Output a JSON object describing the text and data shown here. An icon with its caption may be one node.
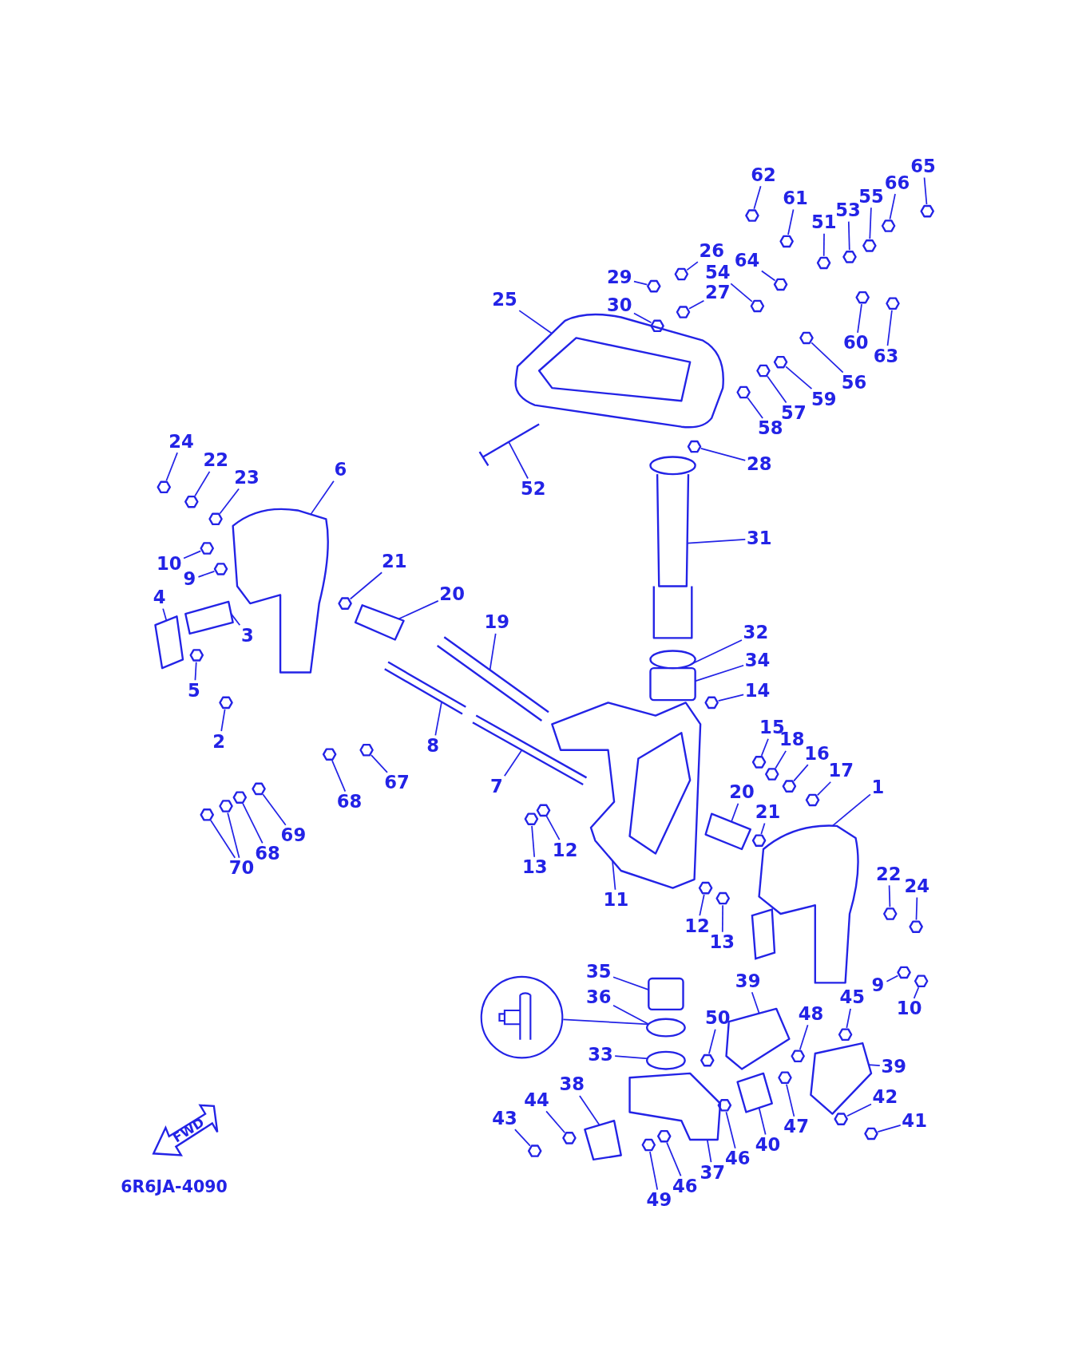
{
  "diagram": {
    "nodes": [
      {
        "text": [
          "62"
        ]
      },
      {
        "text": [
          "61"
        ]
      },
      {
        "text": [
          "65"
        ]
      },
      {
        "text": [
          "66"
        ]
      },
      {
        "text": [
          "55"
        ]
      },
      {
        "text": [
          "53"
        ]
      },
      {
        "text": [
          "51"
        ]
      },
      {
        "text": [
          "26"
        ]
      },
      {
        "text": [
          "64"
        ]
      },
      {
        "text": [
          "29"
        ]
      },
      {
        "text": [
          "54"
        ]
      },
      {
        "text": [
          "27"
        ]
      },
      {
        "text": [
          "30"
        ]
      },
      {
        "text": [
          "25"
        ]
      },
      {
        "text": [
          "60"
        ]
      },
      {
        "text": [
          "63"
        ]
      },
      {
        "text": [
          "56"
        ]
      },
      {
        "text": [
          "59"
        ]
      },
      {
        "text": [
          "57"
        ]
      },
      {
        "text": [
          "58"
        ]
      },
      {
        "text": [
          "24"
        ]
      },
      {
        "text": [
          "22"
        ]
      },
      {
        "text": [
          "28"
        ]
      },
      {
        "text": [
          "6"
        ]
      },
      {
        "text": [
          "23"
        ]
      },
      {
        "text": [
          "52"
        ]
      },
      {
        "text": [
          "31"
        ]
      },
      {
        "text": [
          "21"
        ]
      },
      {
        "text": [
          "10"
        ]
      },
      {
        "text": [
          "9"
        ]
      },
      {
        "text": [
          "20"
        ]
      },
      {
        "text": [
          "4"
        ]
      },
      {
        "text": [
          "19"
        ]
      },
      {
        "text": [
          "32"
        ]
      },
      {
        "text": [
          "3"
        ]
      },
      {
        "text": [
          "34"
        ]
      },
      {
        "text": [
          "5"
        ]
      },
      {
        "text": [
          "14"
        ]
      },
      {
        "text": [
          "15"
        ]
      },
      {
        "text": [
          "18"
        ]
      },
      {
        "text": [
          "2"
        ]
      },
      {
        "text": [
          "8"
        ]
      },
      {
        "text": [
          "16"
        ]
      },
      {
        "text": [
          "17"
        ]
      },
      {
        "text": [
          "67"
        ]
      },
      {
        "text": [
          "7"
        ]
      },
      {
        "text": [
          "1"
        ]
      },
      {
        "text": [
          "20"
        ]
      },
      {
        "text": [
          "68"
        ]
      },
      {
        "text": [
          "21"
        ]
      },
      {
        "text": [
          "69"
        ]
      },
      {
        "text": [
          "12"
        ]
      },
      {
        "text": [
          "68"
        ]
      },
      {
        "text": [
          "13"
        ]
      },
      {
        "text": [
          "70"
        ]
      },
      {
        "text": [
          "22"
        ]
      },
      {
        "text": [
          "24"
        ]
      },
      {
        "text": [
          "11"
        ]
      },
      {
        "text": [
          "12"
        ]
      },
      {
        "text": [
          "13"
        ]
      },
      {
        "text": [
          "35"
        ]
      },
      {
        "text": [
          "39"
        ]
      },
      {
        "text": [
          "9"
        ]
      },
      {
        "text": [
          "36"
        ]
      },
      {
        "text": [
          "45"
        ]
      },
      {
        "text": [
          "10"
        ]
      },
      {
        "text": [
          "48"
        ]
      },
      {
        "text": [
          "50"
        ]
      },
      {
        "text": [],
        "shape": "picture"
      },
      {
        "text": [
          "33"
        ]
      },
      {
        "text": [
          "39"
        ]
      },
      {
        "text": [
          "38"
        ]
      },
      {
        "text": [
          "42"
        ]
      },
      {
        "text": [
          "44"
        ]
      },
      {
        "text": [
          "43"
        ]
      },
      {
        "text": [
          "41"
        ]
      },
      {
        "text": [
          "47"
        ]
      },
      {
        "text": [
          "40"
        ]
      },
      {
        "text": [
          "46"
        ]
      },
      {
        "text": [
          "37"
        ]
      },
      {
        "text": [
          "46"
        ]
      },
      {
        "text": [
          "49"
        ]
      },
      {
        "text": [],
        "shape": "picture"
      },
      {
        "text": [],
        "shape": "picture"
      },
      {
        "text": [],
        "shape": "picture"
      },
      {
        "text": [],
        "shape": "picture"
      },
      {
        "text": [],
        "shape": "picture"
      },
      {
        "text": [],
        "shape": "picture"
      },
      {
        "text": [],
        "shape": "picture"
      },
      {
        "text": [],
        "shape": "picture"
      },
      {
        "text": [],
        "shape": "picture"
      },
      {
        "text": [],
        "shape": "picture"
      },
      {
        "text": [],
        "shape": "picture"
      },
      {
        "text": [],
        "shape": "picture"
      },
      {
        "text": [],
        "shape": "picture"
      },
      {
        "text": [],
        "shape": "picture"
      },
      {
        "text": [],
        "shape": "picture"
      },
      {
        "text": [],
        "shape": "picture"
      },
      {
        "text": [],
        "shape": "picture"
      },
      {
        "text": [],
        "shape": "picture"
      },
      {
        "text": [],
        "shape": "picture"
      },
      {
        "text": [],
        "shape": "picture"
      },
      {
        "text": [],
        "shape": "picture"
      },
      {
        "text": [],
        "shape": "picture"
      },
      {
        "text": [],
        "shape": "picture"
      },
      {
        "text": [],
        "shape": "picture"
      },
      {
        "text": [],
        "shape": "picture"
      },
      {
        "text": [],
        "shape": "picture"
      },
      {
        "text": [],
        "shape": "picture"
      },
      {
        "text": [],
        "shape": "picture"
      },
      {
        "text": [],
        "shape": "picture"
      },
      {
        "text": [],
        "shape": "picture"
      },
      {
        "text": [],
        "shape": "picture"
      },
      {
        "text": [],
        "shape": "picture"
      },
      {
        "text": [],
        "shape": "picture"
      },
      {
        "text": [],
        "shape": "circle"
      },
      {
        "text": [],
        "shape": "picture"
      },
      {
        "text": [],
        "shape": "box"
      },
      {
        "text": [],
        "shape": "picture"
      },
      {
        "text": [],
        "shape": "picture"
      },
      {
        "text": [],
        "shape": "picture"
      },
      {
        "text": [],
        "shape": "picture"
      },
      {
        "text": [],
        "shape": "picture"
      },
      {
        "text": [],
        "shape": "picture"
      },
      {
        "text": [],
        "shape": "picture"
      },
      {
        "text": [],
        "shape": "picture"
      },
      {
        "text": [],
        "shape": "picture"
      },
      {
        "text": [],
        "shape": "picture"
      },
      {
        "text": [],
        "shape": "picture"
      },
      {
        "text": [],
        "shape": "picture"
      },
      {
        "text": [],
        "shape": "picture"
      },
      {
        "text": [],
        "shape": "picture"
      },
      {
        "text": [],
        "shape": "picture"
      },
      {
        "text": [],
        "shape": "picture"
      },
      {
        "text": [],
        "shape": "picture"
      },
      {
        "text": [],
        "shape": "picture"
      },
      {
        "text": [],
        "shape": "picture"
      },
      {
        "text": [],
        "shape": "picture"
      },
      {
        "text": [],
        "shape": "picture"
      },
      {
        "text": [],
        "shape": "picture"
      },
      {
        "text": [],
        "shape": "picture"
      },
      {
        "text": [],
        "shape": "picture"
      },
      {
        "text": [],
        "shape": "picture"
      },
      {
        "text": [],
        "shape": "box"
      },
      {
        "text": [],
        "shape": "picture"
      },
      {
        "text": [],
        "shape": "picture"
      },
      {
        "text": [],
        "shape": "circle"
      },
      {
        "text": [],
        "shape": "picture"
      },
      {
        "text": [],
        "shape": "picture"
      },
      {
        "text": [],
        "shape": "picture"
      },
      {
        "text": [],
        "shape": "picture"
      },
      {
        "text": [],
        "shape": "circle"
      },
      {
        "text": [],
        "shape": "picture"
      },
      {
        "text": [],
        "shape": "picture"
      },
      {
        "text": [],
        "shape": "picture"
      },
      {
        "text": [],
        "shape": "picture"
      },
      {
        "text": [],
        "shape": "picture"
      },
      {
        "text": [],
        "shape": "picture"
      },
      {
        "text": [],
        "shape": "picture"
      },
      {
        "text": [],
        "shape": "picture"
      },
      {
        "text": [],
        "shape": "picture"
      },
      {
        "text": [],
        "shape": "picture"
      },
      {
        "text": [],
        "shape": "picture"
      },
      {
        "text": [],
        "shape": "picture"
      }
    ],
    "edges": [
      {
        "from": 0,
        "to": 82,
        "arrow": "none"
      },
      {
        "from": 1,
        "to": 83,
        "arrow": "none"
      },
      {
        "from": 2,
        "to": 84,
        "arrow": "none"
      },
      {
        "from": 3,
        "to": 85,
        "arrow": "none"
      },
      {
        "from": 4,
        "to": 86,
        "arrow": "none"
      },
      {
        "from": 5,
        "to": 87,
        "arrow": "none"
      },
      {
        "from": 6,
        "to": 88,
        "arrow": "none"
      },
      {
        "from": 7,
        "to": 89,
        "arrow": "none"
      },
      {
        "from": 8,
        "to": 90,
        "arrow": "none"
      },
      {
        "from": 9,
        "to": 91,
        "arrow": "none"
      },
      {
        "from": 10,
        "to": 92,
        "arrow": "none"
      },
      {
        "from": 11,
        "to": 93,
        "arrow": "none"
      },
      {
        "from": 12,
        "to": 94,
        "arrow": "none"
      },
      {
        "from": 13,
        "to": 95,
        "arrow": "none"
      },
      {
        "from": 14,
        "to": 96,
        "arrow": "none"
      },
      {
        "from": 15,
        "to": 97,
        "arrow": "none"
      },
      {
        "from": 16,
        "to": 98,
        "arrow": "none"
      },
      {
        "from": 17,
        "to": 99,
        "arrow": "none"
      },
      {
        "from": 18,
        "to": 100,
        "arrow": "none"
      },
      {
        "from": 19,
        "to": 101,
        "arrow": "none"
      },
      {
        "from": 20,
        "to": 102,
        "arrow": "none"
      },
      {
        "from": 21,
        "to": 103,
        "arrow": "none"
      },
      {
        "from": 22,
        "to": 104,
        "arrow": "none"
      },
      {
        "from": 23,
        "to": 105,
        "arrow": "none"
      },
      {
        "from": 24,
        "to": 106,
        "arrow": "none"
      },
      {
        "from": 25,
        "to": 107,
        "arrow": "none"
      },
      {
        "from": 26,
        "to": 108,
        "arrow": "none"
      },
      {
        "from": 27,
        "to": 109,
        "arrow": "none"
      },
      {
        "from": 28,
        "to": 110,
        "arrow": "none"
      },
      {
        "from": 29,
        "to": 111,
        "arrow": "none"
      },
      {
        "from": 30,
        "to": 112,
        "arrow": "none"
      },
      {
        "from": 31,
        "to": 113,
        "arrow": "none"
      },
      {
        "from": 32,
        "to": 114,
        "arrow": "none"
      },
      {
        "from": 33,
        "to": 115,
        "arrow": "none"
      },
      {
        "from": 34,
        "to": 116,
        "arrow": "none"
      },
      {
        "from": 35,
        "to": 117,
        "arrow": "none"
      },
      {
        "from": 36,
        "to": 118,
        "arrow": "none"
      },
      {
        "from": 37,
        "to": 119,
        "arrow": "none"
      },
      {
        "from": 38,
        "to": 120,
        "arrow": "none"
      },
      {
        "from": 39,
        "to": 121,
        "arrow": "none"
      },
      {
        "from": 40,
        "to": 122,
        "arrow": "none"
      },
      {
        "from": 41,
        "to": 123,
        "arrow": "none"
      },
      {
        "from": 42,
        "to": 124,
        "arrow": "none"
      },
      {
        "from": 43,
        "to": 125,
        "arrow": "none"
      },
      {
        "from": 44,
        "to": 126,
        "arrow": "none"
      },
      {
        "from": 45,
        "to": 127,
        "arrow": "none"
      },
      {
        "from": 46,
        "to": 128,
        "arrow": "none"
      },
      {
        "from": 47,
        "to": 129,
        "arrow": "none"
      },
      {
        "from": 48,
        "to": 130,
        "arrow": "none"
      },
      {
        "from": 49,
        "to": 131,
        "arrow": "none"
      },
      {
        "from": 50,
        "to": 132,
        "arrow": "none"
      },
      {
        "from": 51,
        "to": 133,
        "arrow": "none"
      },
      {
        "from": 52,
        "to": 134,
        "arrow": "none"
      },
      {
        "from": 53,
        "to": 135,
        "arrow": "none"
      },
      {
        "from": 54,
        "to": 136,
        "arrow": "none"
      },
      {
        "from": 54,
        "to": 137,
        "arrow": "none"
      },
      {
        "from": 55,
        "to": 138,
        "arrow": "none"
      },
      {
        "from": 56,
        "to": 139,
        "arrow": "none"
      },
      {
        "from": 57,
        "to": 140,
        "arrow": "none"
      },
      {
        "from": 58,
        "to": 141,
        "arrow": "none"
      },
      {
        "from": 59,
        "to": 142,
        "arrow": "none"
      },
      {
        "from": 60,
        "to": 143,
        "arrow": "none"
      },
      {
        "from": 61,
        "to": 144,
        "arrow": "none"
      },
      {
        "from": 62,
        "to": 145,
        "arrow": "none"
      },
      {
        "from": 63,
        "to": 146,
        "arrow": "none"
      },
      {
        "from": 64,
        "to": 147,
        "arrow": "none"
      },
      {
        "from": 65,
        "to": 148,
        "arrow": "none"
      },
      {
        "from": 66,
        "to": 149,
        "arrow": "none"
      },
      {
        "from": 67,
        "to": 150,
        "arrow": "none"
      },
      {
        "from": 68,
        "to": 146,
        "arrow": "none"
      },
      {
        "from": 69,
        "to": 151,
        "arrow": "none"
      },
      {
        "from": 70,
        "to": 152,
        "arrow": "none"
      },
      {
        "from": 71,
        "to": 153,
        "arrow": "none"
      },
      {
        "from": 72,
        "to": 154,
        "arrow": "none"
      },
      {
        "from": 73,
        "to": 155,
        "arrow": "none"
      },
      {
        "from": 74,
        "to": 156,
        "arrow": "none"
      },
      {
        "from": 75,
        "to": 157,
        "arrow": "none"
      },
      {
        "from": 76,
        "to": 158,
        "arrow": "none"
      },
      {
        "from": 77,
        "to": 159,
        "arrow": "none"
      },
      {
        "from": 78,
        "to": 160,
        "arrow": "none"
      },
      {
        "from": 79,
        "to": 161,
        "arrow": "none"
      },
      {
        "from": 80,
        "to": 162,
        "arrow": "none"
      },
      {
        "from": 81,
        "to": 163,
        "arrow": "none"
      }
    ],
    "labels": [
      "FWD",
      "6R6JA-4090"
    ]
  }
}
